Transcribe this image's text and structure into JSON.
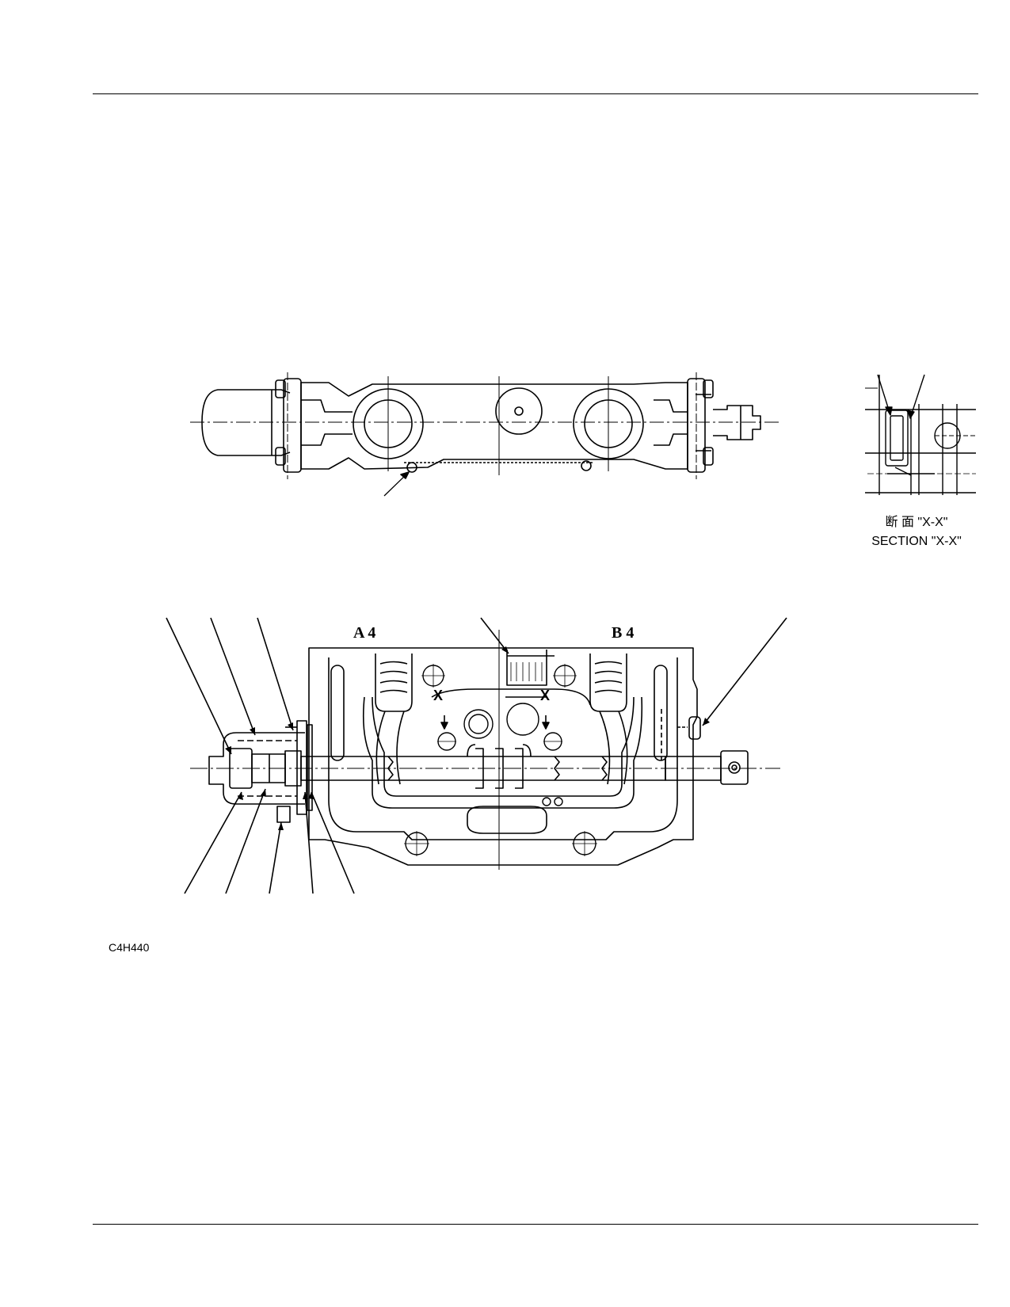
{
  "figure_id": "C4H440",
  "section_label_jp": "断 面 \"X-X\"",
  "section_label_en": "SECTION \"X-X\"",
  "port_labels": {
    "left": "A 4",
    "right": "B 4"
  },
  "section_marks": {
    "left": "X",
    "right": "X"
  }
}
